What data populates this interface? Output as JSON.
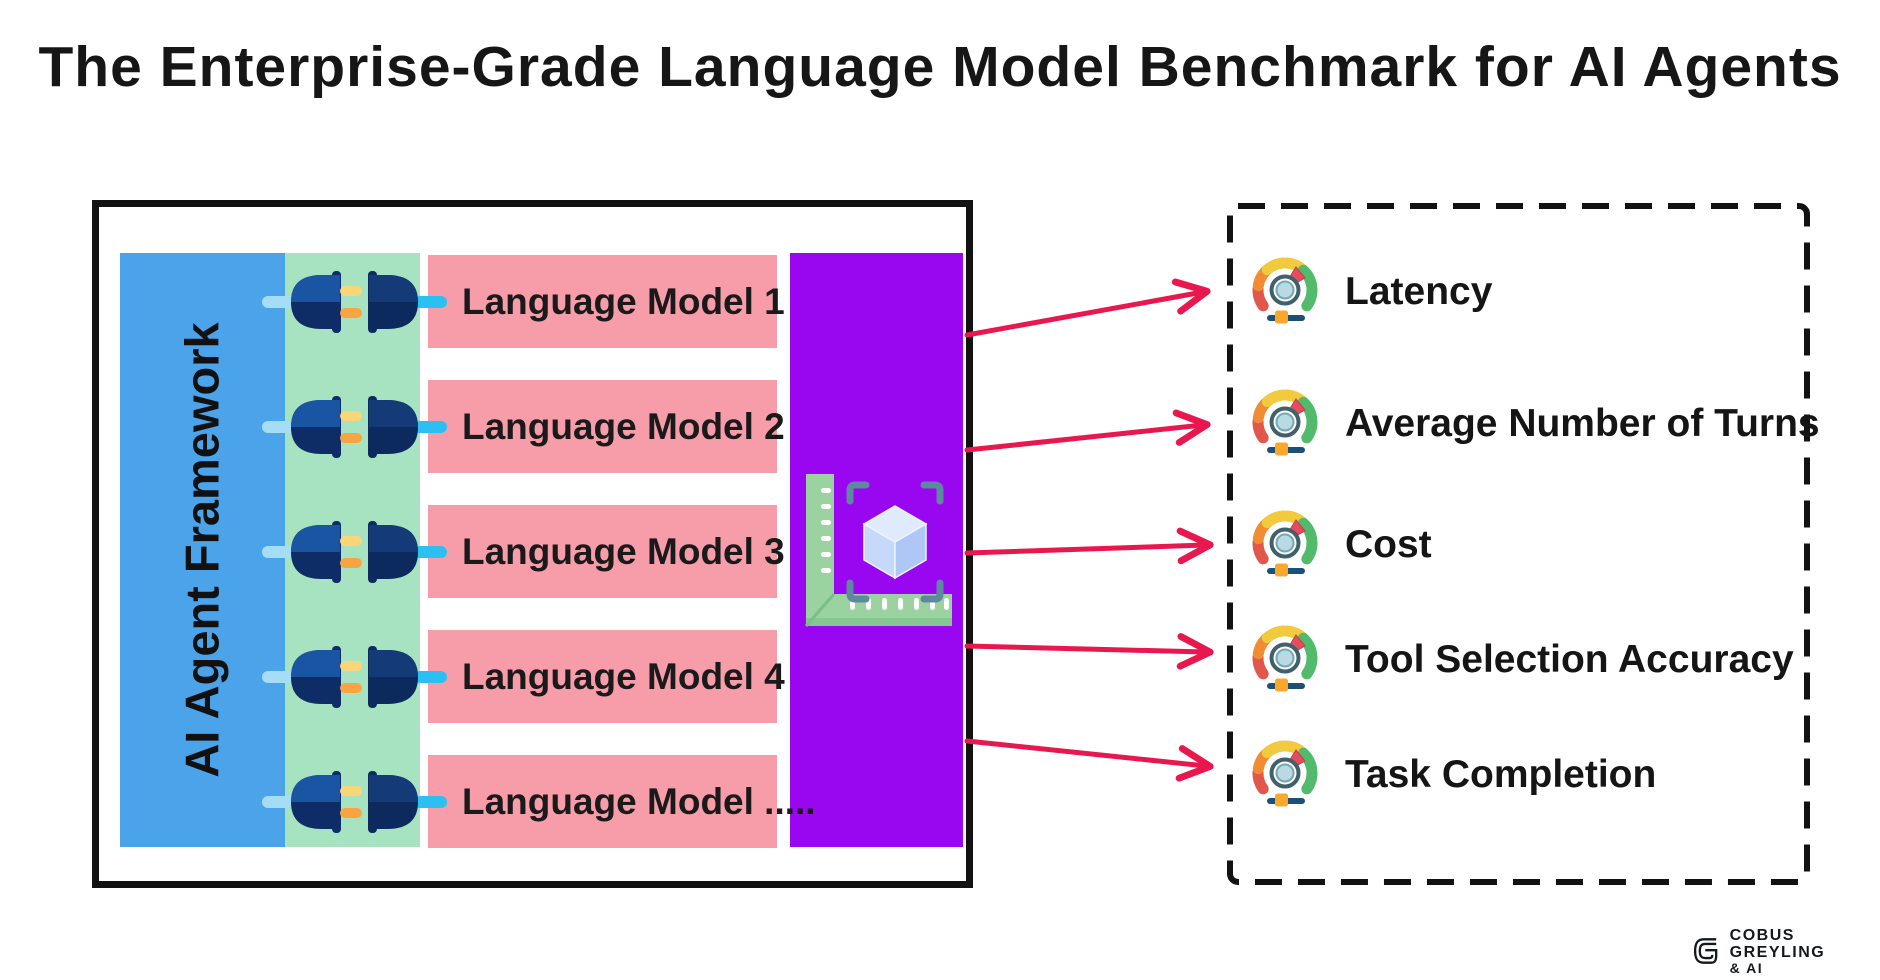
{
  "title": "The Enterprise-Grade Language Model Benchmark for AI Agents",
  "framework": {
    "label": "AI Agent Framework"
  },
  "models": [
    {
      "label": "Language Model 1"
    },
    {
      "label": "Language Model 2"
    },
    {
      "label": "Language Model 3"
    },
    {
      "label": "Language Model 4"
    },
    {
      "label": "Language Model ....."
    }
  ],
  "metrics": [
    {
      "label": "Latency"
    },
    {
      "label": "Average Number of Turns"
    },
    {
      "label": "Cost"
    },
    {
      "label": "Tool Selection Accuracy"
    },
    {
      "label": "Task Completion"
    }
  ],
  "branding": {
    "name": "COBUS GREYLING",
    "sub": "& AI"
  },
  "icons": {
    "connector": "plug-connection-icon",
    "evaluation": "benchmark-ruler-cube-icon",
    "metric": "gauge-icon",
    "brand": "cobus-greyling-g-icon"
  },
  "colors": {
    "framework_blue": "#4BA3E9",
    "connector_green": "#A7E3C1",
    "model_pink": "#F79DAA",
    "evaluation_purple": "#9906F0",
    "arrow_red": "#E8184E",
    "gauge_red": "#E2574C",
    "gauge_orange": "#EF8C34",
    "gauge_yellow": "#F2CA3D",
    "gauge_green": "#52BA6B",
    "ink": "#121212"
  }
}
